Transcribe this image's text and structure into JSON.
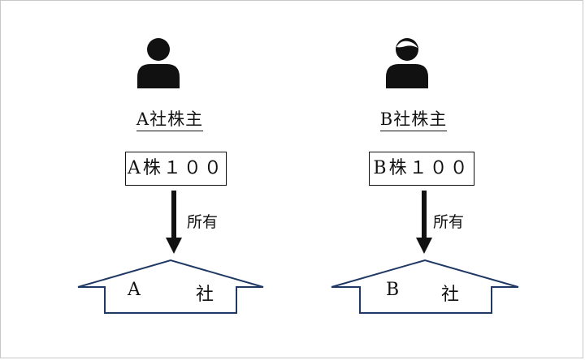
{
  "colors": {
    "house_stroke": "#1f3864",
    "text": "#111111"
  },
  "left": {
    "holder_label": "A社株主",
    "share_label": "A株１００",
    "ownership_label": "所有",
    "company_letter": "A",
    "company_suffix": "社"
  },
  "right": {
    "holder_label": "B社株主",
    "share_label": "B株１００",
    "ownership_label": "所有",
    "company_letter": "B",
    "company_suffix": "社"
  },
  "icons": {
    "left_person": "person-icon",
    "right_person": "person-short-hair-icon"
  }
}
